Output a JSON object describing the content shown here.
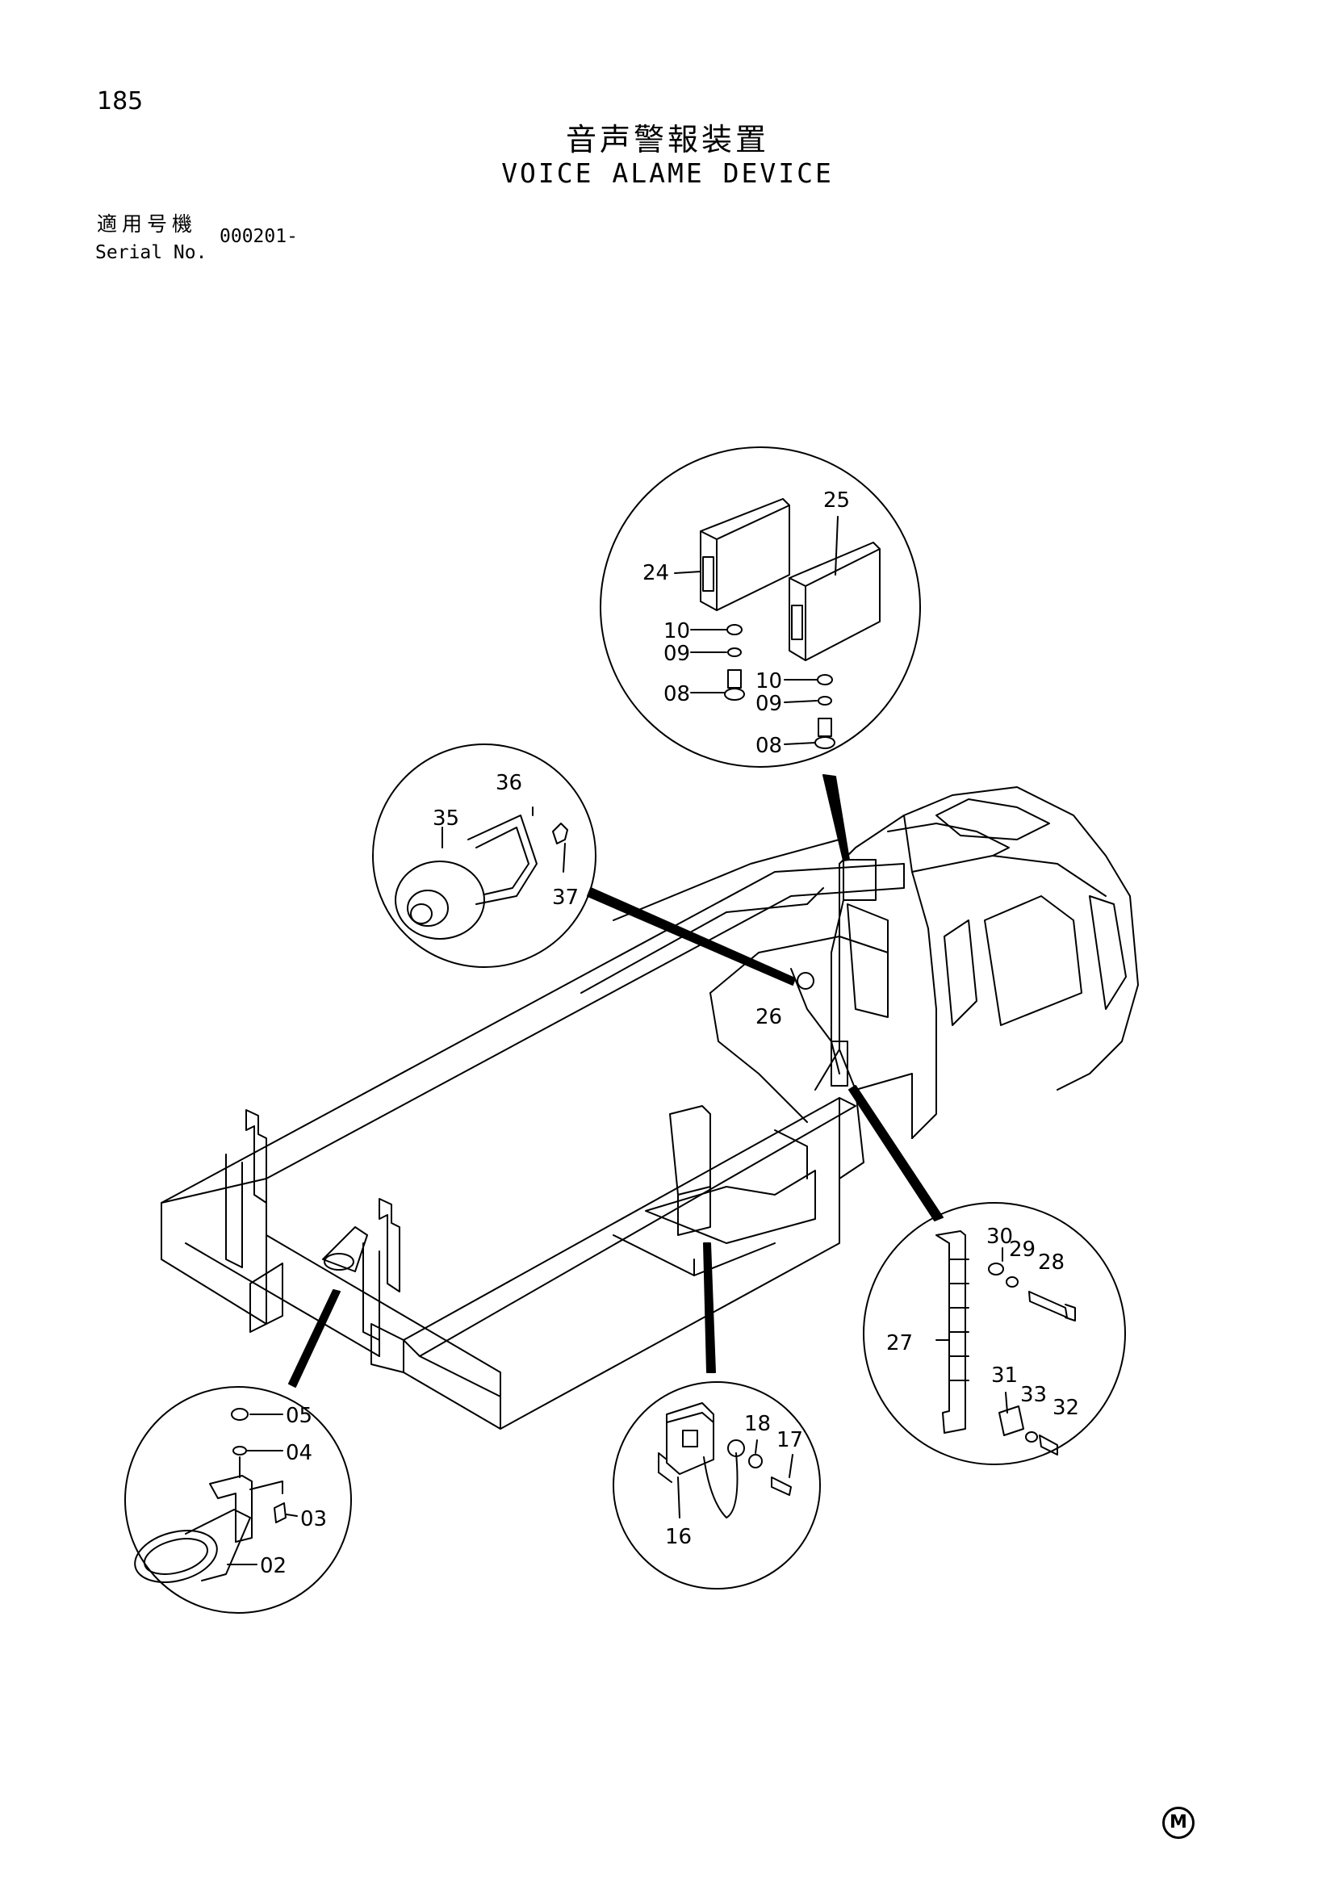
{
  "header": {
    "page_number": "185",
    "title_jp": "音声警報装置",
    "title_en": "VOICE ALAME DEVICE",
    "serial_label_jp": "適用号機",
    "serial_label_en": "Serial No.",
    "serial_value": "000201-"
  },
  "callouts": [
    {
      "id": "25",
      "text": "25"
    },
    {
      "id": "24",
      "text": "24"
    },
    {
      "id": "10a",
      "text": "10"
    },
    {
      "id": "09a",
      "text": "09"
    },
    {
      "id": "08a",
      "text": "08"
    },
    {
      "id": "10b",
      "text": "10"
    },
    {
      "id": "09b",
      "text": "09"
    },
    {
      "id": "08b",
      "text": "08"
    },
    {
      "id": "36",
      "text": "36"
    },
    {
      "id": "35",
      "text": "35"
    },
    {
      "id": "37",
      "text": "37"
    },
    {
      "id": "26",
      "text": "26"
    },
    {
      "id": "30",
      "text": "30"
    },
    {
      "id": "29",
      "text": "29"
    },
    {
      "id": "28",
      "text": "28"
    },
    {
      "id": "27",
      "text": "27"
    },
    {
      "id": "31",
      "text": "31"
    },
    {
      "id": "33",
      "text": "33"
    },
    {
      "id": "32",
      "text": "32"
    },
    {
      "id": "05",
      "text": "05"
    },
    {
      "id": "04",
      "text": "04"
    },
    {
      "id": "03",
      "text": "03"
    },
    {
      "id": "02",
      "text": "02"
    },
    {
      "id": "18",
      "text": "18"
    },
    {
      "id": "17",
      "text": "17"
    },
    {
      "id": "16",
      "text": "16"
    }
  ],
  "footer": {
    "mark": "M"
  }
}
